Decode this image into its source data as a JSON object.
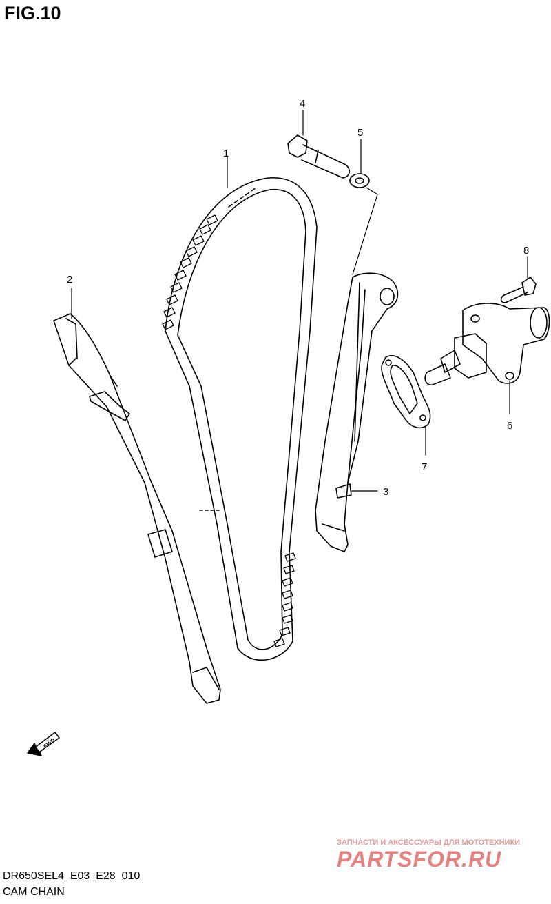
{
  "figure": {
    "title": "FIG.10"
  },
  "callouts": [
    "1",
    "2",
    "3",
    "4",
    "5",
    "6",
    "7",
    "8"
  ],
  "fwd_label": "FWD",
  "footer": {
    "code": "DR650SEL4_E03_E28_010",
    "name": "CAM CHAIN"
  },
  "watermark": {
    "line1": "ЗАПЧАСТИ И АКСЕССУАРЫ ДЛЯ МОТОТЕХНИКИ",
    "line2": "PARTSFOR.RU"
  },
  "parts": [
    {
      "callout": "1",
      "part": "cam-chain"
    },
    {
      "callout": "2",
      "part": "rear-chain-guide"
    },
    {
      "callout": "3",
      "part": "front-chain-tensioner-guide"
    },
    {
      "callout": "4",
      "part": "guide-bolt"
    },
    {
      "callout": "5",
      "part": "washer"
    },
    {
      "callout": "6",
      "part": "chain-tensioner-adjuster"
    },
    {
      "callout": "7",
      "part": "tensioner-gasket"
    },
    {
      "callout": "8",
      "part": "adjuster-bolt"
    }
  ]
}
